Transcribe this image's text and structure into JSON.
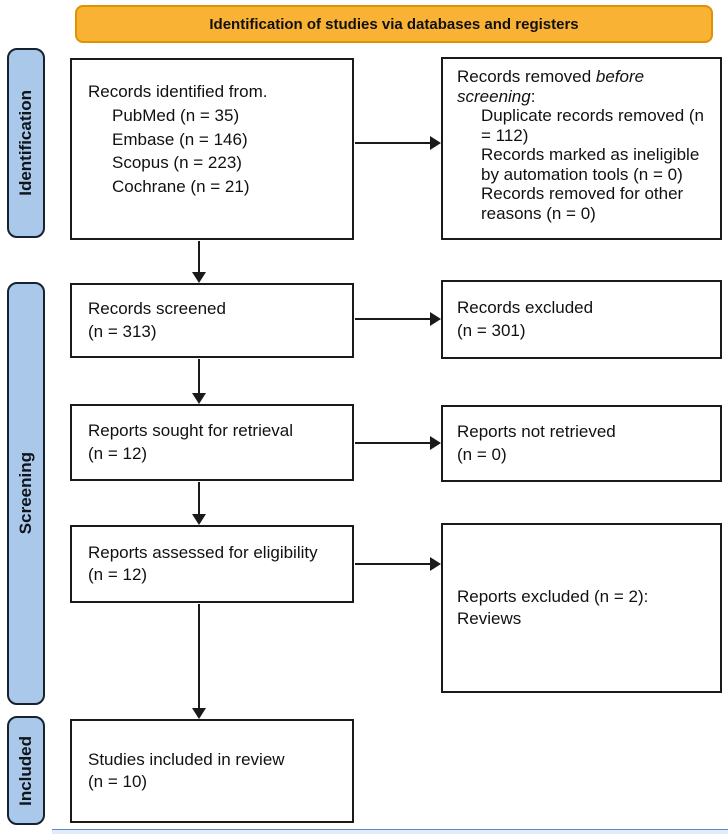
{
  "header": {
    "title": "Identification of studies via databases and registers"
  },
  "stages": {
    "identification": "Identification",
    "screening": "Screening",
    "included": "Included"
  },
  "boxes": {
    "records_identified": {
      "title": "Records identified from.",
      "items": [
        "PubMed (n = 35)",
        "Embase (n = 146)",
        "Scopus (n = 223)",
        "Cochrane (n = 21)"
      ]
    },
    "records_removed": {
      "title_prefix": "Records removed ",
      "title_italic": "before screening",
      "title_suffix": ":",
      "items": [
        "Duplicate records removed (n = 112)",
        "Records marked as ineligible by automation tools (n = 0)",
        "Records removed for other reasons (n = 0)"
      ]
    },
    "records_screened": {
      "line1": "Records screened",
      "line2": "(n = 313)"
    },
    "records_excluded": {
      "line1": "Records excluded",
      "line2": "(n = 301)"
    },
    "reports_sought": {
      "line1": "Reports sought for retrieval",
      "line2": "(n = 12)"
    },
    "reports_not_retrieved": {
      "line1": "Reports not retrieved",
      "line2": "(n = 0)"
    },
    "reports_assessed": {
      "line1": "Reports assessed for eligibility",
      "line2": "(n = 12)"
    },
    "reports_excluded": {
      "line1": "Reports excluded (n = 2):",
      "line2": "Reviews"
    },
    "studies_included": {
      "line1": "Studies included in review",
      "line2": "(n = 10)"
    }
  },
  "colors": {
    "banner_fill": "#F9B233",
    "banner_border": "#DD9400",
    "stage_fill": "#A9C8EA",
    "stage_border": "#18222F",
    "box_border": "#1A1A1A",
    "arrow": "#1A1A1A"
  }
}
